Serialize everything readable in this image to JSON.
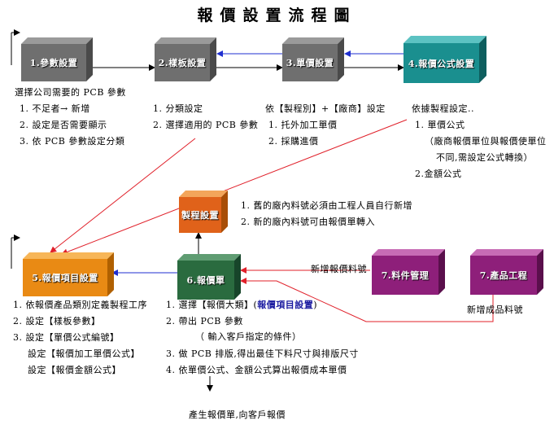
{
  "title": "報價設置流程圖",
  "boxes": {
    "param": "1.參數設置",
    "sample": "2.樣板設置",
    "unit": "3.單價設置",
    "formula": "4.報價公式設置",
    "project": "5.報價項目設置",
    "quote": "6.報價單",
    "material": "7.料件管理",
    "product": "7.產品工程",
    "process": "製程設置"
  },
  "colors": {
    "gray": "#6f6f6f",
    "teal": "#1a8f8f",
    "orange": "#e07a14",
    "green": "#2a6b3f",
    "purple": "#8e1f7a",
    "arrow_blue": "#1f2fd0",
    "arrow_red": "#e0202a"
  },
  "col1": {
    "heading": "選擇公司需要的 PCB 參數",
    "items": [
      "1.  不足者→  新增",
      "2.  設定是否需要顯示",
      "3.  依 PCB 參數設定分類"
    ]
  },
  "col2": {
    "items": [
      "1.  分類設定",
      "2.  選擇適用的 PCB 參數"
    ]
  },
  "col3": {
    "heading": "依【製程別】+【廠商】設定",
    "items": [
      "1.  托外加工單價",
      "2.  採購進價"
    ]
  },
  "col4": {
    "heading": "依據製程設定..",
    "item1": "1.  單價公式",
    "note1": "（廠商報價單位與報價使單位",
    "note2": "不同,需設定公式轉換）",
    "item2": "2.金額公式"
  },
  "process_notes": [
    "1.  舊的廠內料號必須由工程人員自行新增",
    "2.  新的廠內料號可由報價單轉入"
  ],
  "project_notes": {
    "items": [
      "1. 依報價產品類別定義製程工序",
      "2. 設定【樣板參數】",
      "3. 設定【單價公式編號】"
    ],
    "sub1": "設定【報價加工單價公式】",
    "sub2": "設定【報價金額公式】"
  },
  "quote_notes": {
    "item1_prefix": "1.  選擇【報價大類】(",
    "item1_link": "報價項目設置",
    "item1_suffix": ")",
    "item2": "2.  帶出 PCB 參數",
    "item2_note": "（ 輸入客戶指定的條件）",
    "item3": "3.  做 PCB 排版,得出最佳下料尺寸與排版尺寸",
    "item4": "4.  依單價公式、金額公式算出報價成本單價"
  },
  "labels": {
    "new_quote_material": "新增報價料號",
    "new_product_material": "新增成品料號",
    "result": "產生報價單,向客戶報價"
  }
}
